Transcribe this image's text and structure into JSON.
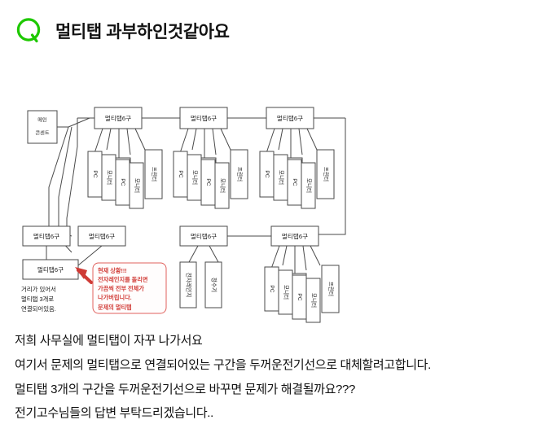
{
  "header": {
    "icon_name": "q-circle-icon",
    "icon_color": "#1ec800",
    "title": "멀티탭 과부하인것같아요"
  },
  "diagram": {
    "main_outlet": {
      "line1": "메인",
      "line2": "콘센트"
    },
    "multitap_label": "멀티탭6구",
    "devices": {
      "pc": "PC",
      "monitor": "모니터",
      "printer": "프린터",
      "microwave": "전자레인지",
      "water_purifier": "정수기"
    },
    "top_row": [
      {
        "id": "tap-top-1",
        "label": "멀티탭6구",
        "devices": [
          "PC",
          "모니터",
          "PC",
          "모니터",
          "프린터"
        ]
      },
      {
        "id": "tap-top-2",
        "label": "멀티탭6구",
        "devices": [
          "PC",
          "모니터",
          "PC",
          "모니터",
          "프린터"
        ]
      },
      {
        "id": "tap-top-3",
        "label": "멀티탭6구",
        "devices": [
          "PC",
          "모니터",
          "PC",
          "모니터",
          "프린터"
        ]
      }
    ],
    "mid_row": [
      {
        "id": "tap-mid-left-1",
        "label": "멀티탭6구",
        "devices": []
      },
      {
        "id": "tap-mid-left-2",
        "label": "멀티탭6구",
        "devices": []
      },
      {
        "id": "tap-mid-center",
        "label": "멀티탭6구",
        "devices": [
          "전자레인지",
          "정수기"
        ]
      },
      {
        "id": "tap-mid-right",
        "label": "멀티탭6구",
        "devices": [
          "PC",
          "모니터",
          "PC",
          "모니터",
          "프린터"
        ]
      }
    ],
    "problem_tap": {
      "id": "tap-problem",
      "label": "멀티탭6구"
    },
    "caption_left": [
      "거리가 있어서",
      "멀티탭 3개로",
      "연결되어있음."
    ],
    "callout_red": [
      "현재 상황!!!",
      "전자레인지를 돌리면",
      "가끔씩 전부 전체가",
      "나가버립니다.",
      "문제의 멀티탭"
    ],
    "arrow_color": "#cf3b36"
  },
  "body": {
    "lines": [
      "저희 사무실에 멀티탭이 자꾸 나가서요",
      "여기서 문제의 멀티탭으로 연결되어있는 구간을 두꺼운전기선으로 대체할려고합니다.",
      "멀티탭 3개의 구간을 두꺼운전기선으로 바꾸면 문제가 해결될까요???",
      "전기고수님들의 답변 부탁드리겠습니다.."
    ]
  }
}
